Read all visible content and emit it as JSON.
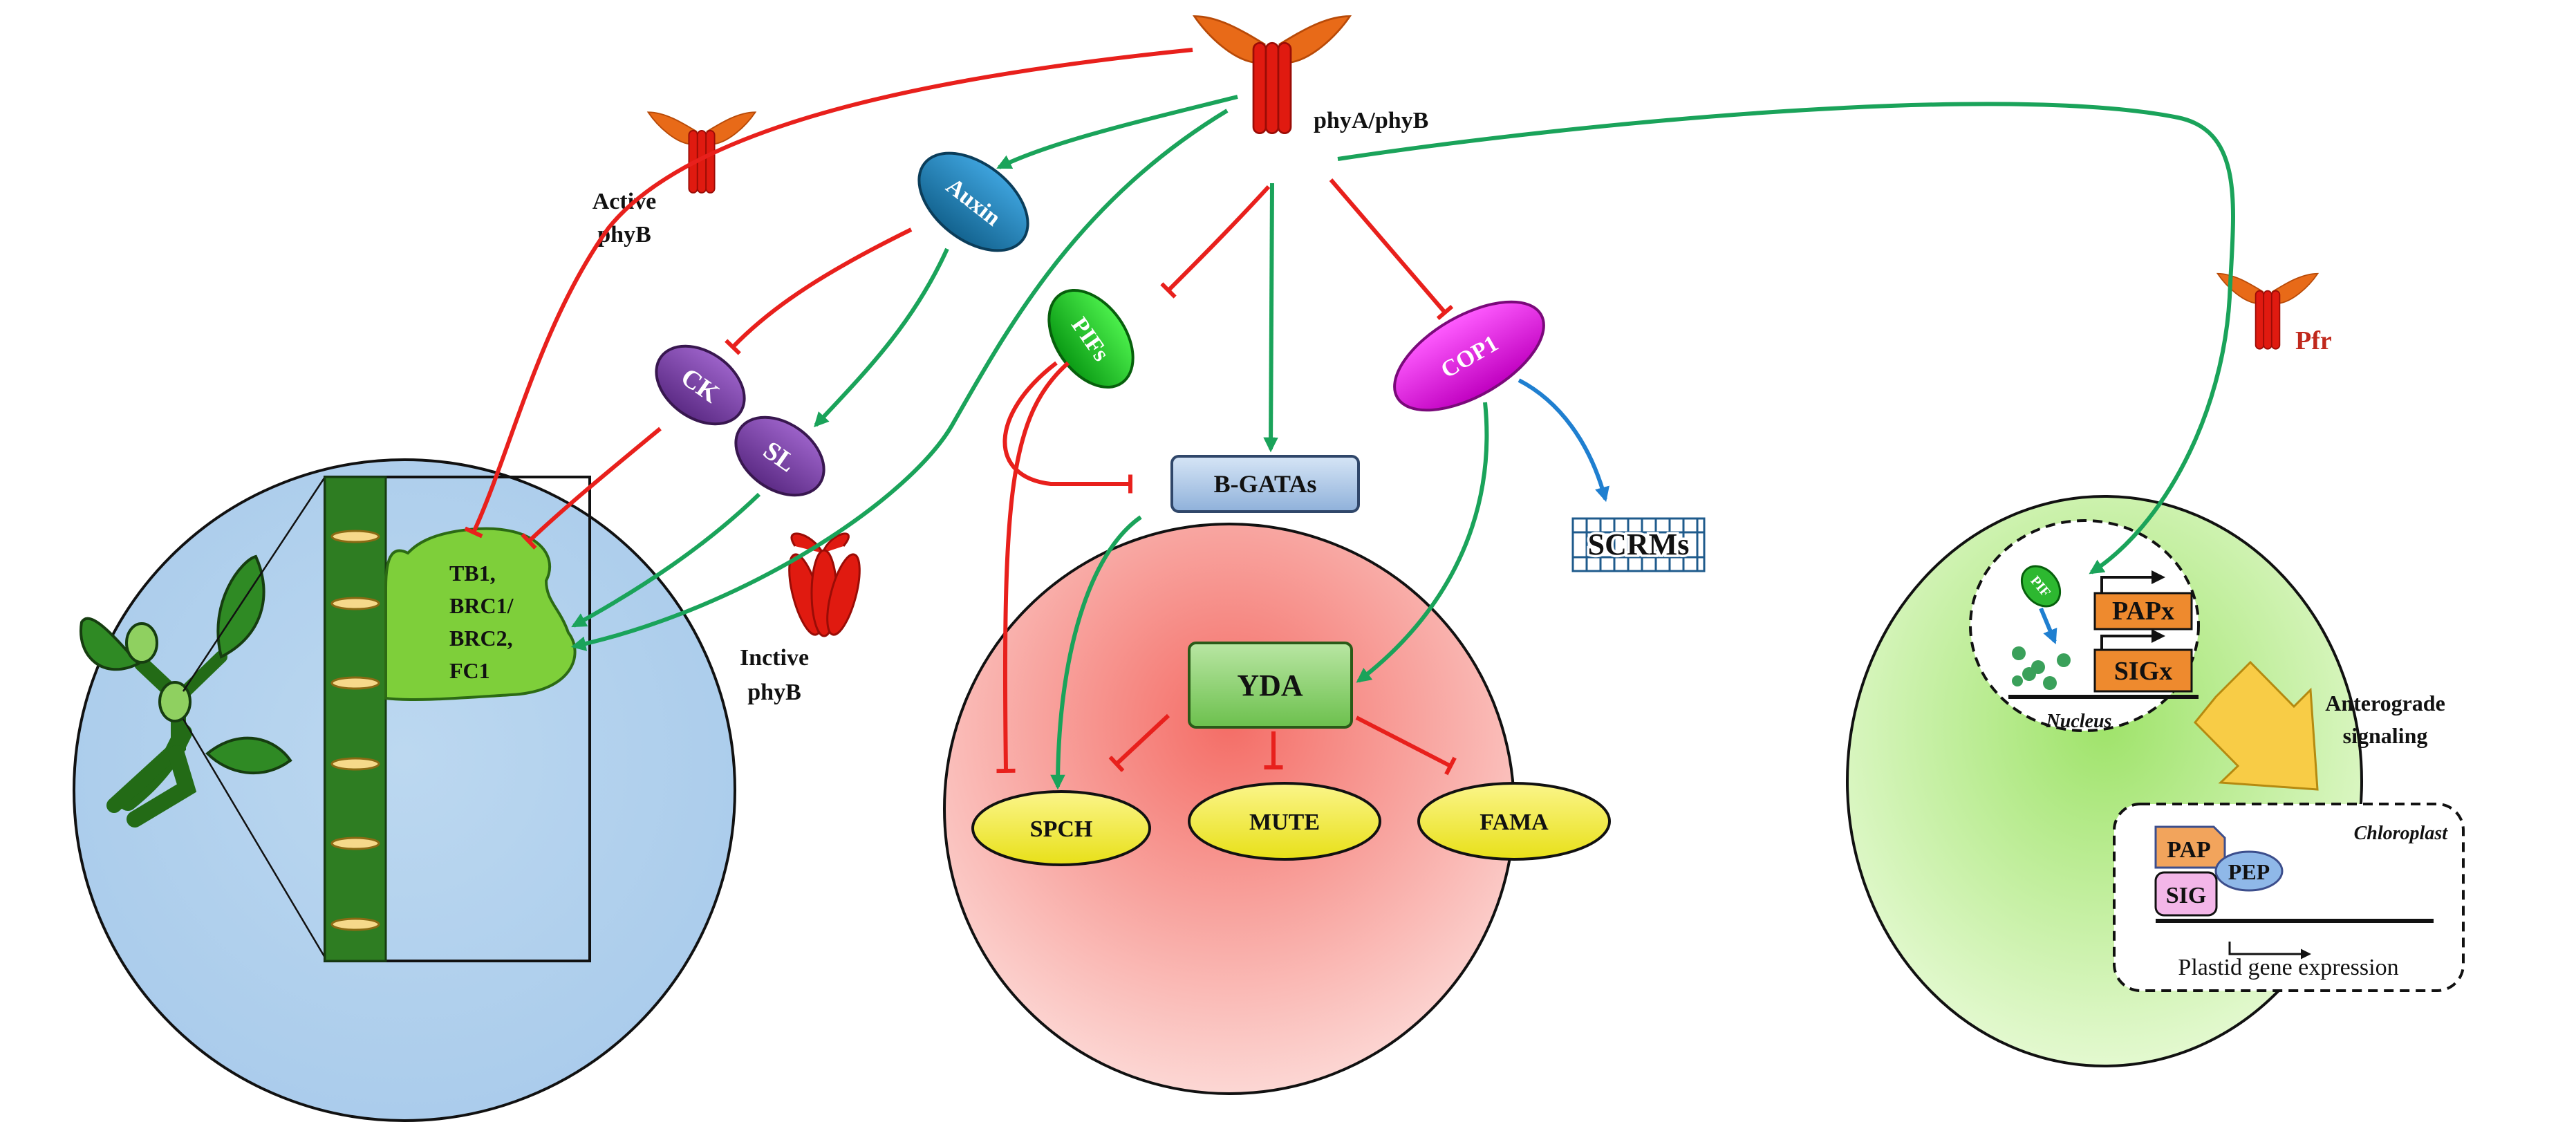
{
  "receptors": {
    "main": "phyA/phyB",
    "active": [
      "Active",
      "phyB"
    ],
    "inactive": [
      "Inctive",
      "phyB"
    ],
    "pfr": "Pfr"
  },
  "branching": {
    "auxin": "Auxin",
    "ck": "CK",
    "sl": "SL",
    "genes": [
      "TB1,",
      "BRC1/",
      "BRC2,",
      "FC1"
    ]
  },
  "stomata": {
    "pifs": "PIFs",
    "cop1": "COP1",
    "bgatas": "B-GATAs",
    "scrms": "SCRMs",
    "yda": "YDA",
    "spch": "SPCH",
    "mute": "MUTE",
    "fama": "FAMA"
  },
  "chloroplast": {
    "pif": "PIF",
    "papx": "PAPx",
    "sigx": "SIGx",
    "nucleus": "Nucleus",
    "anterograde": [
      "Anterograde",
      "signaling"
    ],
    "chloroplast_label": "Chloroplast",
    "pap": "PAP",
    "pep": "PEP",
    "sig": "SIG",
    "expression": "Plastid gene expression"
  },
  "colors": {
    "activation": "#1aa35a",
    "inhibition": "#e8201c",
    "scrm_arrow": "#1f7fd0",
    "receptor_red": "#e01a10",
    "receptor_orange": "#e86a18",
    "left_circle": "#b5d3ee",
    "mid_circle": "#f7a09b",
    "right_circle": "#c9ef9e"
  }
}
